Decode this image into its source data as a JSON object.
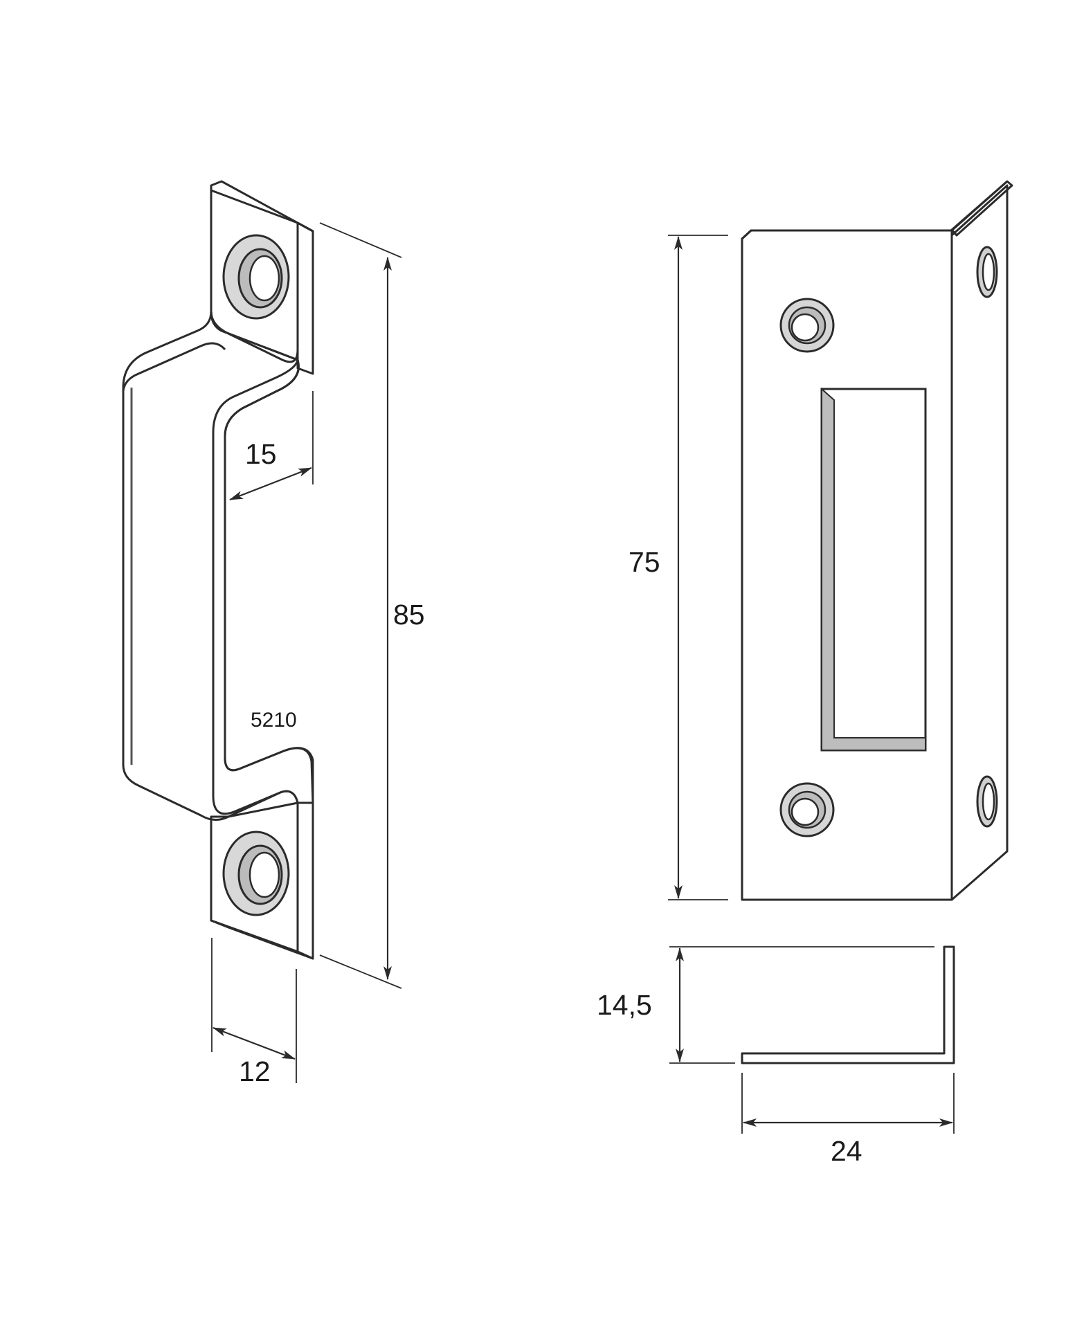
{
  "drawing": {
    "strike_plate_left": {
      "part_number": "5210",
      "height_dimension": "85",
      "depth_dimension": "15",
      "width_dimension": "12"
    },
    "strike_plate_right": {
      "height_dimension": "75",
      "return_dimension": "14,5",
      "width_dimension": "24"
    }
  },
  "colors": {
    "line": "#2b2b2b",
    "metal_light": "#f1f1f1",
    "metal_mid": "#d6d6d6",
    "metal_dark": "#bdbdbd",
    "background": "#ffffff"
  }
}
